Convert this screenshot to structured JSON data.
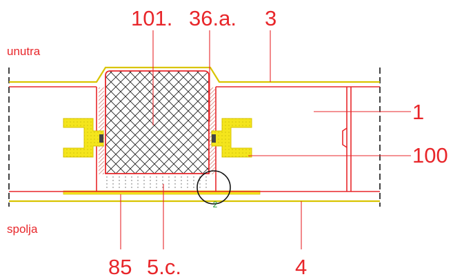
{
  "callouts": {
    "top": [
      "101.",
      "36.a.",
      "3"
    ],
    "right": [
      "1",
      "100"
    ],
    "bottom": [
      "85",
      "5.c.",
      "4"
    ]
  },
  "sides": {
    "inside": "unutra",
    "outside": "spolja"
  },
  "detail_marker": "2",
  "colors": {
    "callout_text": "#e8262a",
    "profile_line": "#e8262a",
    "yellow_fill": "#f4e51c",
    "yellow_line": "#d9c400",
    "detail_marker": "#1a8f2c",
    "hatch": "#222222"
  }
}
